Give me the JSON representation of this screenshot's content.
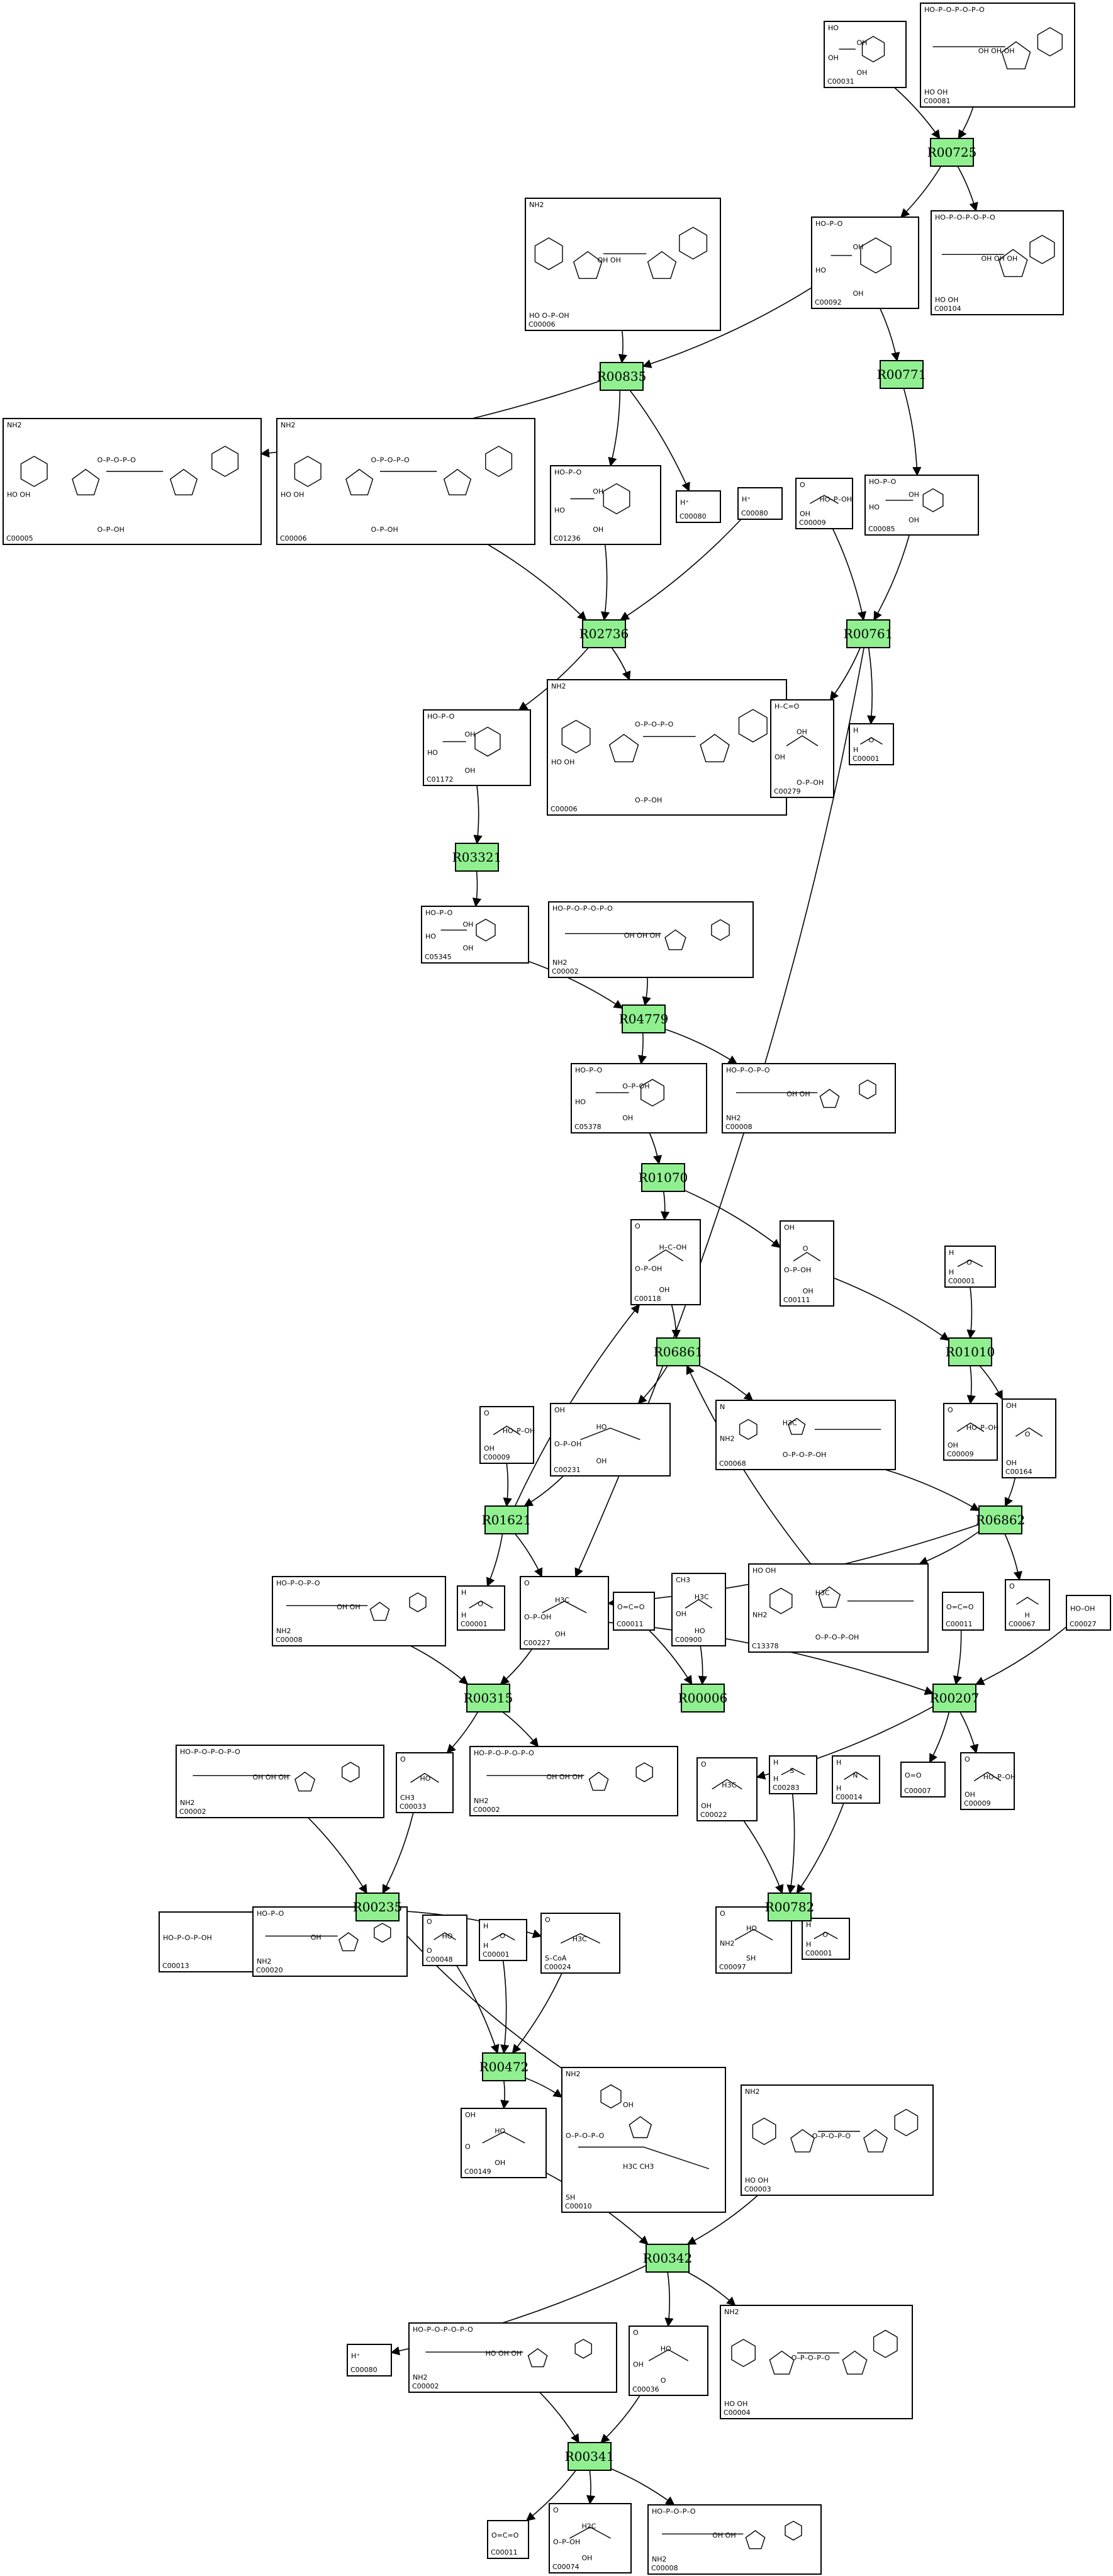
{
  "reactions": [
    {
      "id": "R00725"
    },
    {
      "id": "R00835"
    },
    {
      "id": "R00771"
    },
    {
      "id": "R02736"
    },
    {
      "id": "R00761"
    },
    {
      "id": "R03321"
    },
    {
      "id": "R04779"
    },
    {
      "id": "R01070"
    },
    {
      "id": "R06861"
    },
    {
      "id": "R01010"
    },
    {
      "id": "R01621"
    },
    {
      "id": "R06862"
    },
    {
      "id": "R00315"
    },
    {
      "id": "R00006"
    },
    {
      "id": "R00207"
    },
    {
      "id": "R00235"
    },
    {
      "id": "R00782"
    },
    {
      "id": "R00472"
    },
    {
      "id": "R00342"
    },
    {
      "id": "R00341"
    }
  ],
  "compounds": [
    {
      "key": "c00031",
      "id": "C00031",
      "mol": "ring",
      "text": [
        "HO",
        "OH",
        "OH",
        "OH"
      ]
    },
    {
      "key": "c00081",
      "id": "C00081",
      "mol": "nuc",
      "text": [
        "HO–P–O–P–O–P–O",
        "OH  OH  OH",
        "HO  OH"
      ]
    },
    {
      "key": "c00092",
      "id": "C00092",
      "mol": "ring",
      "text": [
        "HO–P–O",
        "OH",
        "HO",
        "OH"
      ]
    },
    {
      "key": "c00104",
      "id": "C00104",
      "mol": "nuc",
      "text": [
        "HO–P–O–P–O–P–O",
        "OH  OH  OH",
        "HO  OH"
      ]
    },
    {
      "key": "c00006a",
      "id": "C00006",
      "mol": "nad",
      "text": [
        "NH2",
        "OH  OH",
        "HO  O–P–OH"
      ]
    },
    {
      "key": "c00005",
      "id": "C00005",
      "mol": "nad",
      "text": [
        "NH2",
        "O–P–O–P–O",
        "HO  OH",
        "O–P–OH"
      ]
    },
    {
      "key": "c00006b",
      "id": "C00006",
      "mol": "nad",
      "text": [
        "NH2",
        "O–P–O–P–O",
        "HO  OH",
        "O–P–OH"
      ]
    },
    {
      "key": "c01236",
      "id": "C01236",
      "mol": "ring",
      "text": [
        "HO–P–O",
        "OH",
        "HO",
        "OH"
      ]
    },
    {
      "key": "c00080a",
      "id": "C00080",
      "mol": "none",
      "text": [
        "H⁺"
      ]
    },
    {
      "key": "c00080b",
      "id": "C00080",
      "mol": "none",
      "text": [
        "H⁺"
      ]
    },
    {
      "key": "c00009a",
      "id": "C00009",
      "mol": "phos",
      "text": [
        "O",
        "HO–P–OH",
        "OH"
      ]
    },
    {
      "key": "c00085",
      "id": "C00085",
      "mol": "ring",
      "text": [
        "HO–P–O",
        "OH",
        "HO",
        "OH"
      ]
    },
    {
      "key": "c01172",
      "id": "C01172",
      "mol": "ring",
      "text": [
        "HO–P–O",
        "OH",
        "HO",
        "OH"
      ]
    },
    {
      "key": "c00006c",
      "id": "C00006",
      "mol": "nad",
      "text": [
        "NH2",
        "O–P–O–P–O",
        "HO  OH",
        "O–P–OH"
      ]
    },
    {
      "key": "c00279",
      "id": "C00279",
      "mol": "chain",
      "text": [
        "H–C=O",
        "OH",
        "OH",
        "O–P–OH"
      ]
    },
    {
      "key": "c00001a",
      "id": "C00001",
      "mol": "water",
      "text": [
        "H",
        "O",
        "H"
      ]
    },
    {
      "key": "c05345",
      "id": "C05345",
      "mol": "ring",
      "text": [
        "HO–P–O",
        "OH",
        "HO",
        "OH"
      ]
    },
    {
      "key": "c00002a",
      "id": "C00002",
      "mol": "nuc",
      "text": [
        "HO–P–O–P–O–P–O",
        "OH  OH  OH",
        "NH2"
      ]
    },
    {
      "key": "c05378",
      "id": "C05378",
      "mol": "ring",
      "text": [
        "HO–P–O",
        "O–P–OH",
        "HO",
        "OH"
      ]
    },
    {
      "key": "c00008",
      "id": "C00008",
      "mol": "nuc",
      "text": [
        "HO–P–O–P–O",
        "OH  OH",
        "NH2"
      ]
    },
    {
      "key": "c00118",
      "id": "C00118",
      "mol": "chain",
      "text": [
        "O",
        "H–C–OH",
        "O–P–OH",
        "OH"
      ]
    },
    {
      "key": "c00111",
      "id": "C00111",
      "mol": "chain",
      "text": [
        "OH",
        "O",
        "O–P–OH",
        "OH"
      ]
    },
    {
      "key": "c00001b",
      "id": "C00001",
      "mol": "water",
      "text": [
        "H",
        "O",
        "H"
      ]
    },
    {
      "key": "c00009b",
      "id": "C00009",
      "mol": "phos",
      "text": [
        "O",
        "HO–P–OH",
        "OH"
      ]
    },
    {
      "key": "c00231",
      "id": "C00231",
      "mol": "chain",
      "text": [
        "OH",
        "HO",
        "O–P–OH",
        "OH"
      ]
    },
    {
      "key": "c00068",
      "id": "C00068",
      "mol": "thia",
      "text": [
        "N",
        "H3C",
        "NH2",
        "O–P–O–P–OH"
      ]
    },
    {
      "key": "c00009c",
      "id": "C00009",
      "mol": "phos",
      "text": [
        "O",
        "HO–P–OH",
        "OH"
      ]
    },
    {
      "key": "c00164",
      "id": "C00164",
      "mol": "chain",
      "text": [
        "OH",
        "O",
        "OH"
      ]
    },
    {
      "key": "c00001c",
      "id": "C00001",
      "mol": "water",
      "text": [
        "H",
        "O",
        "H"
      ]
    },
    {
      "key": "c00227",
      "id": "C00227",
      "mol": "chain",
      "text": [
        "O",
        "H3C",
        "O–P–OH",
        "OH"
      ]
    },
    {
      "key": "c00011a",
      "id": "C00011",
      "mol": "none",
      "text": [
        "O=C=O"
      ]
    },
    {
      "key": "c00900",
      "id": "C00900",
      "mol": "chain",
      "text": [
        "CH3",
        "H3C",
        "OH",
        "HO"
      ]
    },
    {
      "key": "c13378",
      "id": "C13378",
      "mol": "thia",
      "text": [
        "HO  OH",
        "H3C",
        "NH2",
        "O–P–O–P–OH"
      ]
    },
    {
      "key": "c00011b",
      "id": "C00011",
      "mol": "none",
      "text": [
        "O=C=O"
      ]
    },
    {
      "key": "c00067",
      "id": "C00067",
      "mol": "chain",
      "text": [
        "O",
        "H"
      ]
    },
    {
      "key": "c00027",
      "id": "C00027",
      "mol": "none",
      "text": [
        "HO–OH"
      ]
    },
    {
      "key": "c00008b",
      "id": "C00008",
      "mol": "nuc",
      "text": [
        "HO–P–O–P–O",
        "OH  OH",
        "NH2"
      ]
    },
    {
      "key": "c00033",
      "id": "C00033",
      "mol": "chain",
      "text": [
        "O",
        "HO",
        "CH3"
      ]
    },
    {
      "key": "c00002b",
      "id": "C00002",
      "mol": "nuc",
      "text": [
        "HO–P–O–P–O–P–O",
        "OH  OH  OH",
        "NH2"
      ]
    },
    {
      "key": "c00002c",
      "id": "C00002",
      "mol": "nuc",
      "text": [
        "HO–P–O–P–O–P–O",
        "OH  OH  OH",
        "NH2"
      ]
    },
    {
      "key": "c00022",
      "id": "C00022",
      "mol": "chain",
      "text": [
        "O",
        "H3C",
        "OH"
      ]
    },
    {
      "key": "c00283",
      "id": "C00283",
      "mol": "water",
      "text": [
        "H",
        "S",
        "H"
      ]
    },
    {
      "key": "c00014",
      "id": "C00014",
      "mol": "water",
      "text": [
        "H",
        "N",
        "H"
      ]
    },
    {
      "key": "c00007",
      "id": "C00007",
      "mol": "none",
      "text": [
        "O=O"
      ]
    },
    {
      "key": "c00009d",
      "id": "C00009",
      "mol": "phos",
      "text": [
        "O",
        "HO–P–OH",
        "OH"
      ]
    },
    {
      "key": "c00013",
      "id": "C00013",
      "mol": "none",
      "text": [
        "HO–P–O–P–OH"
      ]
    },
    {
      "key": "c00020",
      "id": "C00020",
      "mol": "nuc",
      "text": [
        "HO–P–O",
        "OH",
        "NH2"
      ]
    },
    {
      "key": "c00048",
      "id": "C00048",
      "mol": "chain",
      "text": [
        "O",
        "HO",
        "O"
      ]
    },
    {
      "key": "c00001d",
      "id": "C00001",
      "mol": "water",
      "text": [
        "H",
        "O",
        "H"
      ]
    },
    {
      "key": "c00024",
      "id": "C00024",
      "mol": "chain",
      "text": [
        "O",
        "H3C",
        "S–CoA"
      ]
    },
    {
      "key": "c00097",
      "id": "C00097",
      "mol": "chain",
      "text": [
        "O",
        "HO",
        "NH2",
        "SH"
      ]
    },
    {
      "key": "c00001e",
      "id": "C00001",
      "mol": "water",
      "text": [
        "H",
        "O",
        "H"
      ]
    },
    {
      "key": "c00149",
      "id": "C00149",
      "mol": "chain",
      "text": [
        "OH",
        "HO",
        "O",
        "OH"
      ]
    },
    {
      "key": "c00010",
      "id": "C00010",
      "mol": "coa",
      "text": [
        "NH2",
        "OH",
        "O–P–O–P–O",
        "H3C  CH3",
        "SH"
      ]
    },
    {
      "key": "c00003",
      "id": "C00003",
      "mol": "nad",
      "text": [
        "NH2",
        "O–P–O–P–O",
        "HO  OH"
      ]
    },
    {
      "key": "c00080c",
      "id": "C00080",
      "mol": "none",
      "text": [
        "H⁺"
      ]
    },
    {
      "key": "c00002d",
      "id": "C00002",
      "mol": "nuc",
      "text": [
        "HO–P–O–P–O–P–O",
        "HO  OH  OH",
        "NH2"
      ]
    },
    {
      "key": "c00036",
      "id": "C00036",
      "mol": "chain",
      "text": [
        "O",
        "HO",
        "OH",
        "O"
      ]
    },
    {
      "key": "c00004",
      "id": "C00004",
      "mol": "nad",
      "text": [
        "NH2",
        "O–P–O–P–O",
        "HO  OH"
      ]
    },
    {
      "key": "c00011c",
      "id": "C00011",
      "mol": "none",
      "text": [
        "O=C=O"
      ]
    },
    {
      "key": "c00074",
      "id": "C00074",
      "mol": "chain",
      "text": [
        "O",
        "H2C",
        "O–P–OH",
        "OH"
      ]
    },
    {
      "key": "c00008c",
      "id": "C00008",
      "mol": "nuc",
      "text": [
        "HO–P–O–P–O",
        "OH  OH",
        "NH2"
      ]
    }
  ],
  "edges": [
    [
      "c00031",
      "R00725"
    ],
    [
      "c00081",
      "R00725"
    ],
    [
      "R00725",
      "c00092"
    ],
    [
      "R00725",
      "c00104"
    ],
    [
      "c00006a",
      "R00835"
    ],
    [
      "c00092",
      "R00835"
    ],
    [
      "c00092",
      "R00771"
    ],
    [
      "R00835",
      "c00005"
    ],
    [
      "R00835",
      "c01236"
    ],
    [
      "R00835",
      "c00080a"
    ],
    [
      "c00006b",
      "R02736"
    ],
    [
      "c01236",
      "R02736"
    ],
    [
      "c00080b",
      "R02736"
    ],
    [
      "c00009a",
      "R00761"
    ],
    [
      "R00771",
      "c00085"
    ],
    [
      "c00085",
      "R00761"
    ],
    [
      "R02736",
      "c01172"
    ],
    [
      "R02736",
      "c00006c"
    ],
    [
      "R00761",
      "c00279"
    ],
    [
      "R00761",
      "c00001a"
    ],
    [
      "R00761",
      "c00227"
    ],
    [
      "c01172",
      "R03321"
    ],
    [
      "R03321",
      "c05345"
    ],
    [
      "c05345",
      "R04779"
    ],
    [
      "c00002a",
      "R04779"
    ],
    [
      "R04779",
      "c05378"
    ],
    [
      "R04779",
      "c00008"
    ],
    [
      "c05378",
      "R01070"
    ],
    [
      "R01070",
      "c00118"
    ],
    [
      "R01070",
      "c00111"
    ],
    [
      "c00118",
      "R06861"
    ],
    [
      "c00111",
      "R01010"
    ],
    [
      "c00001b",
      "R01010"
    ],
    [
      "R01010",
      "c00009b"
    ],
    [
      "R01010",
      "c00164"
    ],
    [
      "R06861",
      "c00231"
    ],
    [
      "R06861",
      "c00068"
    ],
    [
      "c00231",
      "R01621"
    ],
    [
      "c00009c",
      "R01621"
    ],
    [
      "R01621",
      "c00118"
    ],
    [
      "R01621",
      "c00001c"
    ],
    [
      "R01621",
      "c00227"
    ],
    [
      "c00068",
      "R06862"
    ],
    [
      "c00164",
      "R06862"
    ],
    [
      "R06862",
      "c13378"
    ],
    [
      "c13378",
      "R06861"
    ],
    [
      "R06862",
      "c00067"
    ],
    [
      "R06862",
      "c00227"
    ],
    [
      "c00008b",
      "R00315"
    ],
    [
      "c00227",
      "R00315"
    ],
    [
      "R00315",
      "c00033"
    ],
    [
      "R00315",
      "c00002b"
    ],
    [
      "c00011a",
      "R00006"
    ],
    [
      "c00900",
      "R00006"
    ],
    [
      "c00227",
      "R00207"
    ],
    [
      "c00011b",
      "R00207"
    ],
    [
      "c00027",
      "R00207"
    ],
    [
      "R00207",
      "c00022"
    ],
    [
      "R00207",
      "c00007"
    ],
    [
      "R00207",
      "c00009d"
    ],
    [
      "c00002c",
      "R00235"
    ],
    [
      "c00033",
      "R00235"
    ],
    [
      "R00235",
      "c00013"
    ],
    [
      "R00235",
      "c00020"
    ],
    [
      "R00235",
      "c00024"
    ],
    [
      "c00022",
      "R00782"
    ],
    [
      "c00283",
      "R00782"
    ],
    [
      "c00014",
      "R00782"
    ],
    [
      "R00782",
      "c00097"
    ],
    [
      "R00782",
      "c00001e"
    ],
    [
      "c00048",
      "R00472"
    ],
    [
      "c00001d",
      "R00472"
    ],
    [
      "c00024",
      "R00472"
    ],
    [
      "R00472",
      "c00149"
    ],
    [
      "R00472",
      "c00010"
    ],
    [
      "c00010",
      "R00235"
    ],
    [
      "c00149",
      "R00342"
    ],
    [
      "c00003",
      "R00342"
    ],
    [
      "R00342",
      "c00080c"
    ],
    [
      "R00342",
      "c00036"
    ],
    [
      "R00342",
      "c00004"
    ],
    [
      "c00002d",
      "R00341"
    ],
    [
      "c00036",
      "R00341"
    ],
    [
      "R00341",
      "c00011c"
    ],
    [
      "R00341",
      "c00074"
    ],
    [
      "R00341",
      "c00008c"
    ]
  ]
}
